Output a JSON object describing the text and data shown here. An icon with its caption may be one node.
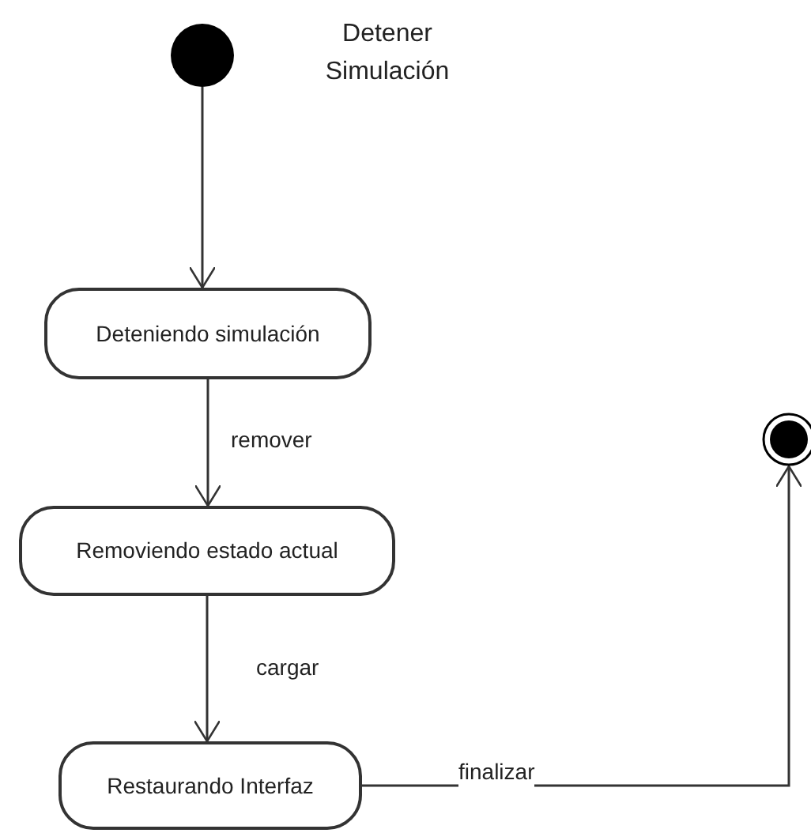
{
  "diagram": {
    "nodes": [
      {
        "text": [],
        "shape": "circle",
        "beside": [
          "Detener Simulación"
        ]
      },
      {
        "text": [
          "Deteniendo simulación"
        ]
      },
      {
        "text": [
          "Removiendo estado actual"
        ]
      },
      {
        "text": [
          "Restaurando Interfaz"
        ]
      },
      {
        "text": [],
        "shape": "final-state"
      }
    ],
    "edges": [
      {
        "from": 0,
        "to": 1,
        "arrow": "to"
      },
      {
        "from": 1,
        "to": 2,
        "label": "remover",
        "arrow": "to"
      },
      {
        "from": 2,
        "to": 3,
        "label": "cargar",
        "arrow": "to"
      },
      {
        "from": 3,
        "to": 4,
        "label": "finalizar",
        "arrow": "to"
      }
    ]
  }
}
